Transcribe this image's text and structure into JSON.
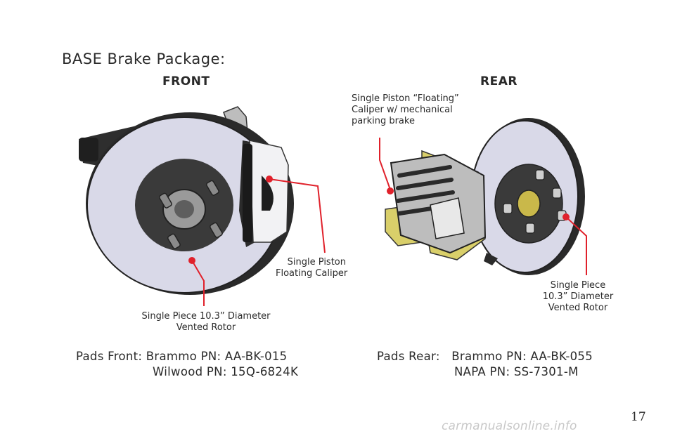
{
  "page_title": "BASE Brake Package:",
  "front": {
    "heading": "FRONT",
    "callout_caliper": [
      "Single Piston",
      "Floating Caliper"
    ],
    "callout_rotor": [
      "Single Piece 10.3” Diameter",
      "Vented Rotor"
    ],
    "pads": {
      "line1": "Pads Front: Brammo PN: AA-BK-015",
      "line2": "Wilwood PN: 15Q-6824K"
    }
  },
  "rear": {
    "heading": "REAR",
    "callout_caliper": [
      "Single Piston “Floating”",
      "Caliper w/ mechanical",
      "parking brake"
    ],
    "callout_rotor": [
      "Single Piece",
      "10.3” Diameter",
      "Vented Rotor"
    ],
    "pads": {
      "line1": "Pads Rear:   Brammo PN: AA-BK-055",
      "line2": "NAPA PN: SS-7301-M"
    }
  },
  "page_number": "17",
  "watermark": "carmanualsonline.info",
  "colors": {
    "callout_red": "#e0212b",
    "rotor_face": "#d9d9e8",
    "hub_dark": "#3a3a3a",
    "caliper_yellow": "#d9cf6a"
  }
}
